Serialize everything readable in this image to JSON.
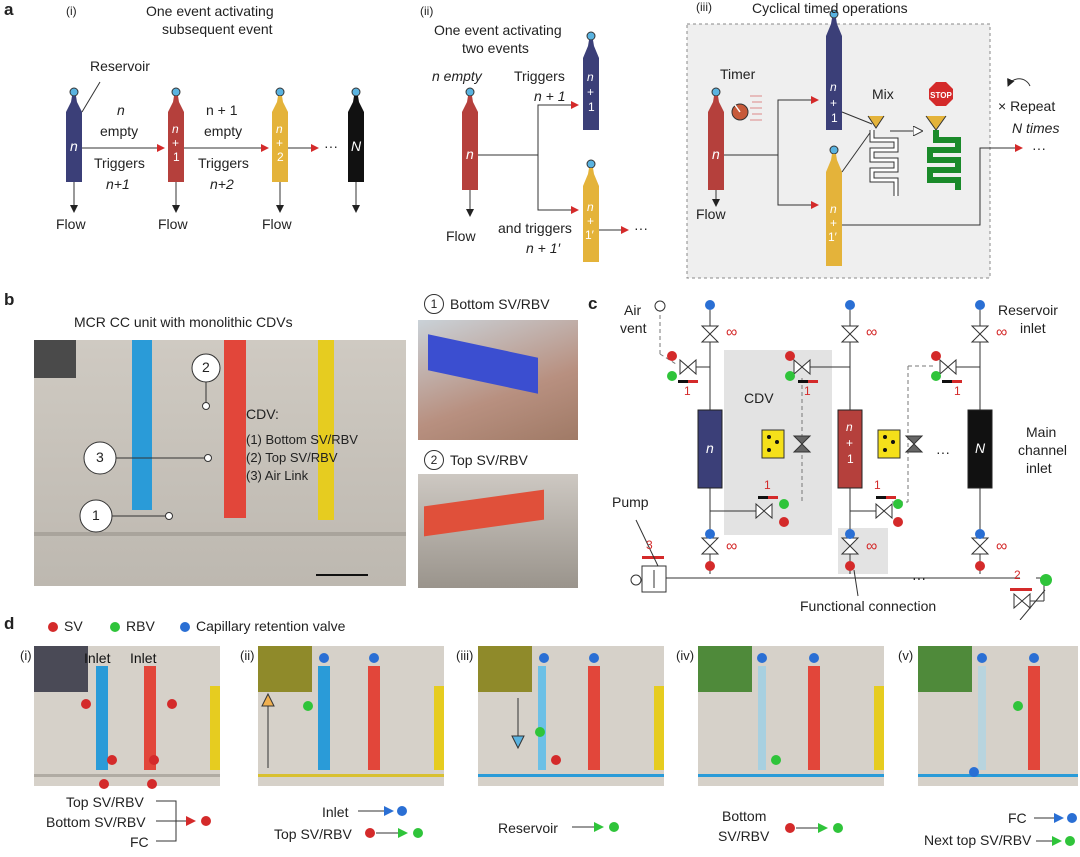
{
  "panel_a": {
    "label": "a",
    "i": {
      "num": "(i)",
      "title1": "One event activating",
      "title2": "subsequent event",
      "reservoir": "Reservoir",
      "n": "n",
      "n1": "n",
      "plus1": "+",
      "one": "1",
      "n2": "n",
      "plus2": "+",
      "two": "2",
      "N": "N",
      "dots": "···",
      "empty1_a": "n",
      "empty1_b": "empty",
      "trig1_a": "Triggers",
      "trig1_b": "n+1",
      "empty2_a": "n + 1",
      "empty2_b": "empty",
      "trig2_a": "Triggers",
      "trig2_b": "n+2",
      "flow": "Flow"
    },
    "ii": {
      "num": "(ii)",
      "title1": "One event activating",
      "title2": "two events",
      "nempty": "n empty",
      "trig": "Triggers",
      "trig_n": "n + 1",
      "andtrig": "and triggers",
      "andtrig_n": "n + 1′",
      "flow": "Flow",
      "n": "n",
      "dots": "···",
      "one_prime": "1′"
    },
    "iii": {
      "num": "(iii)",
      "title": "Cyclical timed operations",
      "timer": "Timer",
      "mix": "Mix",
      "stop": "STOP",
      "repeat": "× Repeat",
      "ntimes": "N times",
      "flow": "Flow",
      "dots": "···"
    }
  },
  "panel_b": {
    "label": "b",
    "title": "MCR CC unit with monolithic CDVs",
    "cdv": "CDV:",
    "item1": "(1) Bottom SV/RBV",
    "item2": "(2) Top SV/RBV",
    "item3": "(3) Air Link",
    "c1": "1",
    "c2": "2",
    "c3": "3",
    "inset1": "Bottom SV/RBV",
    "inset2": "Top SV/RBV"
  },
  "panel_c": {
    "label": "c",
    "airvent_a": "Air",
    "airvent_b": "vent",
    "reservoir_a": "Reservoir",
    "reservoir_b": "inlet",
    "cdv": "CDV",
    "pump": "Pump",
    "main_a": "Main",
    "main_b": "channel",
    "main_c": "inlet",
    "functional": "Functional connection",
    "inf": "∞",
    "one": "1",
    "two": "2",
    "three": "3",
    "n": "n",
    "N": "N",
    "dots": "···"
  },
  "panel_d": {
    "label": "d",
    "legend": {
      "sv": "SV",
      "rbv": "RBV",
      "crv": "Capillary retention valve"
    },
    "frames": [
      {
        "num": "(i)",
        "inlet1": "Inlet",
        "inlet2": "Inlet"
      },
      {
        "num": "(ii)"
      },
      {
        "num": "(iii)"
      },
      {
        "num": "(iv)"
      },
      {
        "num": "(v)"
      }
    ],
    "cap_i": [
      "Top SV/RBV",
      "Bottom SV/RBV",
      "FC"
    ],
    "cap_ii": [
      "Inlet",
      "Top SV/RBV"
    ],
    "cap_iii": [
      "Reservoir"
    ],
    "cap_iv": [
      "Bottom",
      "SV/RBV"
    ],
    "cap_v": [
      "FC",
      "Next top SV/RBV"
    ]
  },
  "colors": {
    "navy": "#3b3f78",
    "red": "#b5403c",
    "gold": "#e4b33a",
    "black": "#111111",
    "sv": "#d42a2a",
    "rbv": "#2fc43a",
    "crv": "#2a6fd4"
  }
}
